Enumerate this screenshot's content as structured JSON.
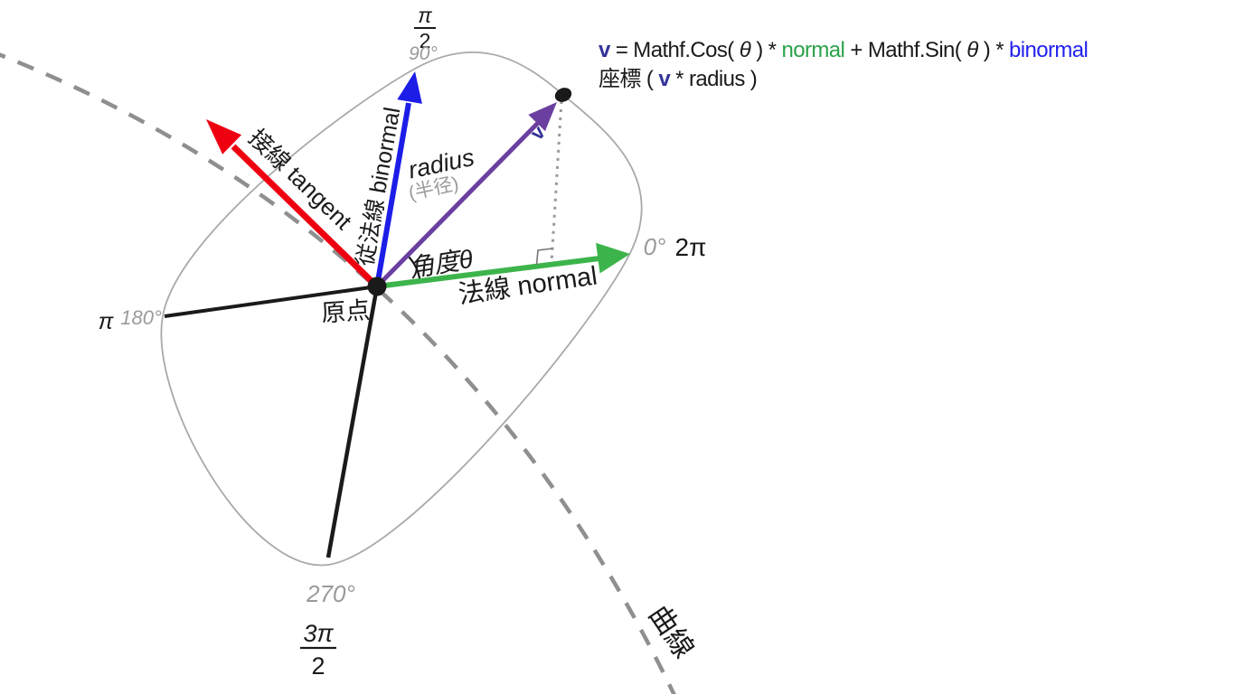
{
  "colors": {
    "black": "#1a1a1a",
    "gray": "#9a9a9a",
    "circle_gray": "#a9a9a9",
    "dash_gray": "#8f8f8f",
    "dot_gray": "#999999",
    "red": "#ee0011",
    "blue": "#1d1de8",
    "green": "#3cb44b",
    "purple": "#6b3fa0",
    "navy": "#333399",
    "formula_green": "#2aa24a",
    "formula_blue": "#2222ee"
  },
  "formula": {
    "line1": {
      "v": "v",
      "seg1": " = Mathf.Cos( ",
      "theta1": "θ",
      "seg2": " ) * ",
      "normal": "normal",
      "seg3": " + Mathf.Sin( ",
      "theta2": "θ",
      "seg4": " ) * ",
      "binormal": "binormal"
    },
    "line2": {
      "seg1": "座標 ( ",
      "v": "v",
      "seg2": " * radius )"
    }
  },
  "circle": {
    "label_90_num": "π",
    "label_90_den": "2",
    "label_90_deg": "90°",
    "label_0_deg": "0°",
    "label_0_rad": "2π",
    "label_180_rad": "π",
    "label_180_deg": "180°",
    "label_270_deg": "270°",
    "label_270_num": "3π",
    "label_270_den": "2"
  },
  "vectors": {
    "tangent_label": "接線 tangent",
    "binormal_label": "従法線 binormal",
    "normal_label": "法線 normal",
    "v_label": "v"
  },
  "annotations": {
    "radius_label": "radius",
    "radius_jp": "(半径)",
    "angle_label": "角度θ",
    "origin_label": "原点",
    "curve_label": "曲線"
  }
}
